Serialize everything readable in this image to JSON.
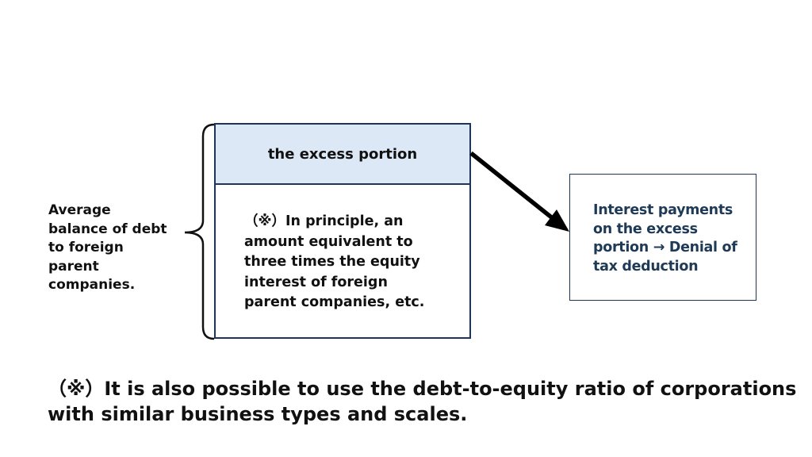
{
  "left_label": " Average\nbalance of debt\nto foreign\nparent\ncompanies.",
  "stack": {
    "header": "the excess portion",
    "note": "（※）In principle, an\namount equivalent to\nthree times the equity\ninterest of foreign\nparent companies, etc."
  },
  "result": {
    "text": "Interest payments\non the excess\nportion → Denial of\ntax deduction"
  },
  "footnote": "（※）It is also possible to use the debt-to-equity ratio of corporations\nwith similar business types and scales."
}
